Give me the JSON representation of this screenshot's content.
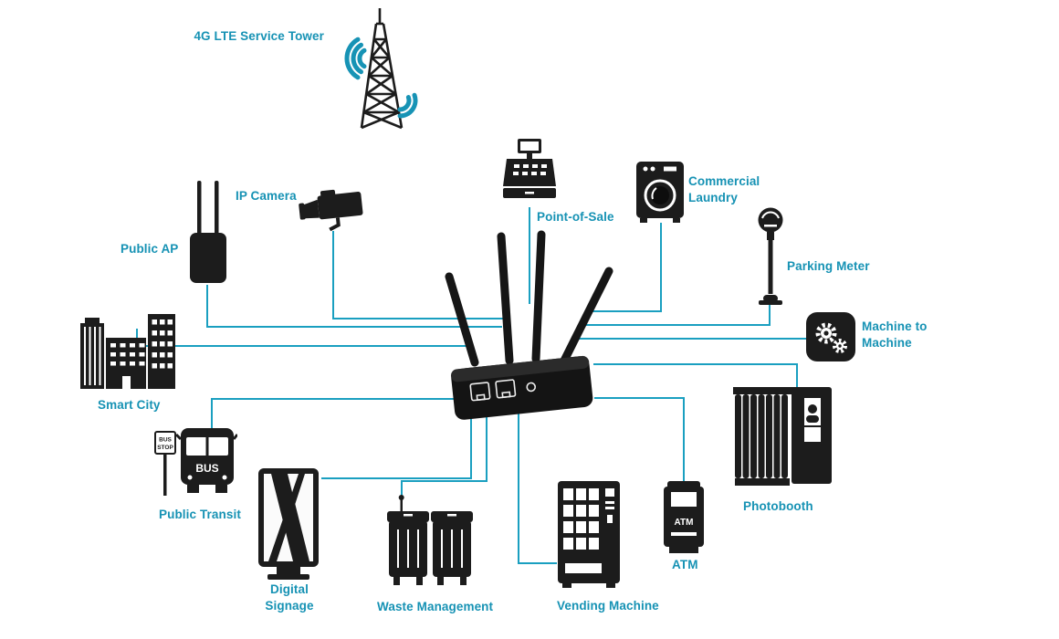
{
  "palette": {
    "accent": "#1a9fc0",
    "label_color": "#1692b4",
    "device_color": "#1c1c1c"
  },
  "nodes": {
    "tower": {
      "label": "4G LTE Service Tower"
    },
    "ip_camera": {
      "label": "IP Camera"
    },
    "public_ap": {
      "label": "Public AP"
    },
    "smart_city": {
      "label": "Smart City"
    },
    "public_transit": {
      "label": "Public Transit"
    },
    "digital_signage": {
      "label": "Digital Signage"
    },
    "waste_management": {
      "label": "Waste Management"
    },
    "vending_machine": {
      "label": "Vending Machine"
    },
    "atm": {
      "label": "ATM",
      "machine_text": "ATM"
    },
    "photobooth": {
      "label": "Photobooth"
    },
    "machine_to_machine": {
      "label": "Machine to Machine"
    },
    "parking_meter": {
      "label": "Parking Meter"
    },
    "commercial_laundry": {
      "label": "Commercial Laundry"
    },
    "point_of_sale": {
      "label": "Point-of-Sale"
    }
  },
  "bus_sign": {
    "line1": "BUS",
    "line2": "STOP"
  },
  "bus_front_text": "BUS"
}
